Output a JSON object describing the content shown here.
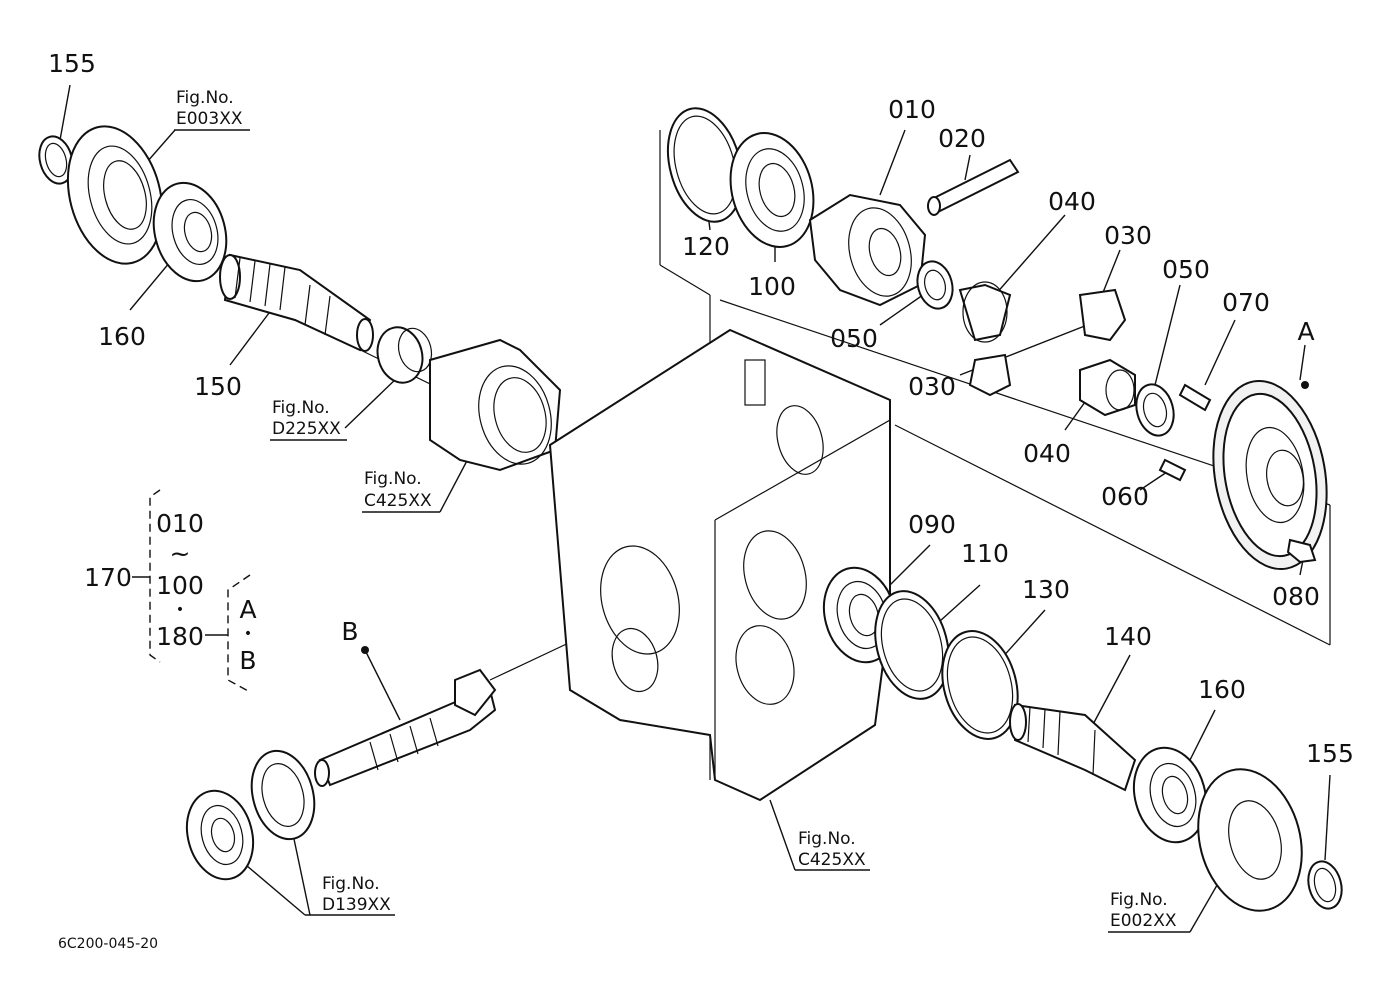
{
  "parts": {
    "p155_top": "155",
    "p160_left": "160",
    "p150": "150",
    "p120": "120",
    "p100": "100",
    "p010": "010",
    "p020": "020",
    "p040_top": "040",
    "p030_top": "030",
    "p050_top": "050",
    "p050_mid": "050",
    "p070": "070",
    "pA": "A",
    "p030_mid": "030",
    "p040_mid": "040",
    "p060": "060",
    "p090": "090",
    "p110": "110",
    "p130": "130",
    "p080": "080",
    "p140": "140",
    "p160_right": "160",
    "p155_right": "155",
    "pB": "B"
  },
  "group": {
    "p170": "170",
    "r010": "010",
    "tilde": "~",
    "r100": "100",
    "dot1": "•",
    "r180": "180",
    "gA": "A",
    "dot2": "•",
    "gB": "B"
  },
  "figrefs": {
    "e003_label": "Fig.No.",
    "e003_code": "E003XX",
    "d225_label": "Fig.No.",
    "d225_code": "D225XX",
    "c425a_label": "Fig.No.",
    "c425a_code": "C425XX",
    "c425b_label": "Fig.No.",
    "c425b_code": "C425XX",
    "d139_label": "Fig.No.",
    "d139_code": "D139XX",
    "e002_label": "Fig.No.",
    "e002_code": "E002XX"
  },
  "drawing_code": "6C200-045-20"
}
